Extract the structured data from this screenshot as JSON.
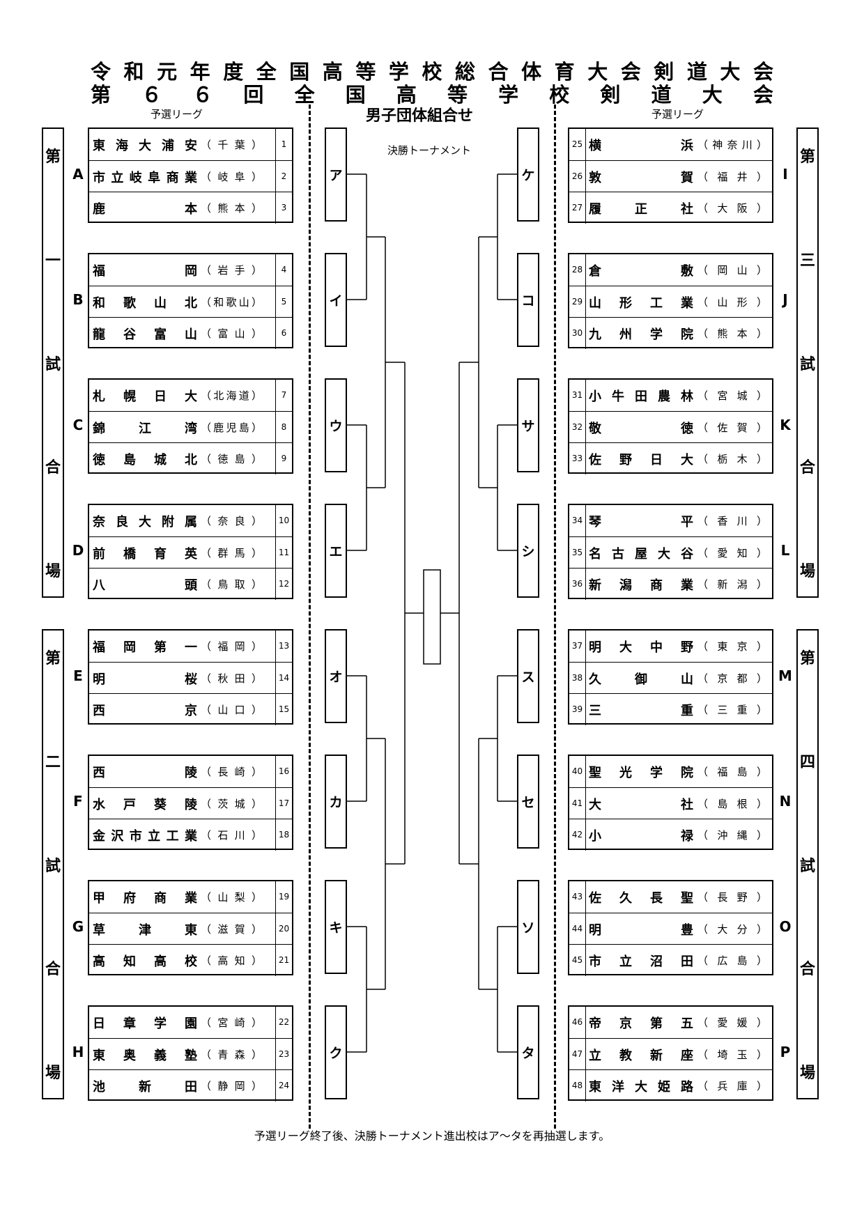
{
  "title_line1": "令和元年度全国高等学校総合体育大会剣道大会",
  "title_line2": "第６６回全国高等学校剣道大会",
  "subtitle": "男子団体組合せ",
  "league_label_left": "予選リーグ",
  "league_label_right": "予選リーグ",
  "final_label": "決勝トーナメント",
  "note": "予選リーグ終了後、決勝トーナメント進出校はア～タを再抽選します。",
  "venues": [
    {
      "chars": [
        "第",
        "一",
        "試",
        "合",
        "場"
      ]
    },
    {
      "chars": [
        "第",
        "二",
        "試",
        "合",
        "場"
      ]
    },
    {
      "chars": [
        "第",
        "三",
        "試",
        "合",
        "場"
      ]
    },
    {
      "chars": [
        "第",
        "四",
        "試",
        "合",
        "場"
      ]
    }
  ],
  "groups_left": [
    {
      "label": "A",
      "rows": [
        {
          "no": "1",
          "name": "東海大浦安",
          "pref": "千葉"
        },
        {
          "no": "2",
          "name": "市立岐阜商業",
          "pref": "岐阜"
        },
        {
          "no": "3",
          "name": "鹿本",
          "pref": "熊本"
        }
      ]
    },
    {
      "label": "B",
      "rows": [
        {
          "no": "4",
          "name": "福岡",
          "pref": "岩手"
        },
        {
          "no": "5",
          "name": "和歌山北",
          "pref": "和歌山"
        },
        {
          "no": "6",
          "name": "龍谷富山",
          "pref": "富山"
        }
      ]
    },
    {
      "label": "C",
      "rows": [
        {
          "no": "7",
          "name": "札幌日大",
          "pref": "北海道"
        },
        {
          "no": "8",
          "name": "錦江湾",
          "pref": "鹿児島"
        },
        {
          "no": "9",
          "name": "徳島城北",
          "pref": "徳島"
        }
      ]
    },
    {
      "label": "D",
      "rows": [
        {
          "no": "10",
          "name": "奈良大附属",
          "pref": "奈良"
        },
        {
          "no": "11",
          "name": "前橋育英",
          "pref": "群馬"
        },
        {
          "no": "12",
          "name": "八頭",
          "pref": "鳥取"
        }
      ]
    },
    {
      "label": "E",
      "rows": [
        {
          "no": "13",
          "name": "福岡第一",
          "pref": "福岡"
        },
        {
          "no": "14",
          "name": "明桜",
          "pref": "秋田"
        },
        {
          "no": "15",
          "name": "西京",
          "pref": "山口"
        }
      ]
    },
    {
      "label": "F",
      "rows": [
        {
          "no": "16",
          "name": "西陵",
          "pref": "長崎"
        },
        {
          "no": "17",
          "name": "水戸葵陵",
          "pref": "茨城"
        },
        {
          "no": "18",
          "name": "金沢市立工業",
          "pref": "石川"
        }
      ]
    },
    {
      "label": "G",
      "rows": [
        {
          "no": "19",
          "name": "甲府商業",
          "pref": "山梨"
        },
        {
          "no": "20",
          "name": "草津東",
          "pref": "滋賀"
        },
        {
          "no": "21",
          "name": "高知高校",
          "pref": "高知"
        }
      ]
    },
    {
      "label": "H",
      "rows": [
        {
          "no": "22",
          "name": "日章学園",
          "pref": "宮崎"
        },
        {
          "no": "23",
          "name": "東奥義塾",
          "pref": "青森"
        },
        {
          "no": "24",
          "name": "池新田",
          "pref": "静岡"
        }
      ]
    }
  ],
  "groups_right": [
    {
      "label": "I",
      "rows": [
        {
          "no": "25",
          "name": "横浜",
          "pref": "神奈川"
        },
        {
          "no": "26",
          "name": "敦賀",
          "pref": "福井"
        },
        {
          "no": "27",
          "name": "履正社",
          "pref": "大阪"
        }
      ]
    },
    {
      "label": "J",
      "rows": [
        {
          "no": "28",
          "name": "倉敷",
          "pref": "岡山"
        },
        {
          "no": "29",
          "name": "山形工業",
          "pref": "山形"
        },
        {
          "no": "30",
          "name": "九州学院",
          "pref": "熊本"
        }
      ]
    },
    {
      "label": "K",
      "rows": [
        {
          "no": "31",
          "name": "小牛田農林",
          "pref": "宮城"
        },
        {
          "no": "32",
          "name": "敬徳",
          "pref": "佐賀"
        },
        {
          "no": "33",
          "name": "佐野日大",
          "pref": "栃木"
        }
      ]
    },
    {
      "label": "L",
      "rows": [
        {
          "no": "34",
          "name": "琴平",
          "pref": "香川"
        },
        {
          "no": "35",
          "name": "名古屋大谷",
          "pref": "愛知"
        },
        {
          "no": "36",
          "name": "新潟商業",
          "pref": "新潟"
        }
      ]
    },
    {
      "label": "M",
      "rows": [
        {
          "no": "37",
          "name": "明大中野",
          "pref": "東京"
        },
        {
          "no": "38",
          "name": "久御山",
          "pref": "京都"
        },
        {
          "no": "39",
          "name": "三重",
          "pref": "三重"
        }
      ]
    },
    {
      "label": "N",
      "rows": [
        {
          "no": "40",
          "name": "聖光学院",
          "pref": "福島"
        },
        {
          "no": "41",
          "name": "大社",
          "pref": "島根"
        },
        {
          "no": "42",
          "name": "小禄",
          "pref": "沖縄"
        }
      ]
    },
    {
      "label": "O",
      "rows": [
        {
          "no": "43",
          "name": "佐久長聖",
          "pref": "長野"
        },
        {
          "no": "44",
          "name": "明豊",
          "pref": "大分"
        },
        {
          "no": "45",
          "name": "市立沼田",
          "pref": "広島"
        }
      ]
    },
    {
      "label": "P",
      "rows": [
        {
          "no": "46",
          "name": "帝京第五",
          "pref": "愛媛"
        },
        {
          "no": "47",
          "name": "立教新座",
          "pref": "埼玉"
        },
        {
          "no": "48",
          "name": "東洋大姫路",
          "pref": "兵庫"
        }
      ]
    }
  ],
  "slots_left": [
    "ア",
    "イ",
    "ウ",
    "エ",
    "オ",
    "カ",
    "キ",
    "ク"
  ],
  "slots_right": [
    "ケ",
    "コ",
    "サ",
    "シ",
    "ス",
    "セ",
    "ソ",
    "タ"
  ]
}
